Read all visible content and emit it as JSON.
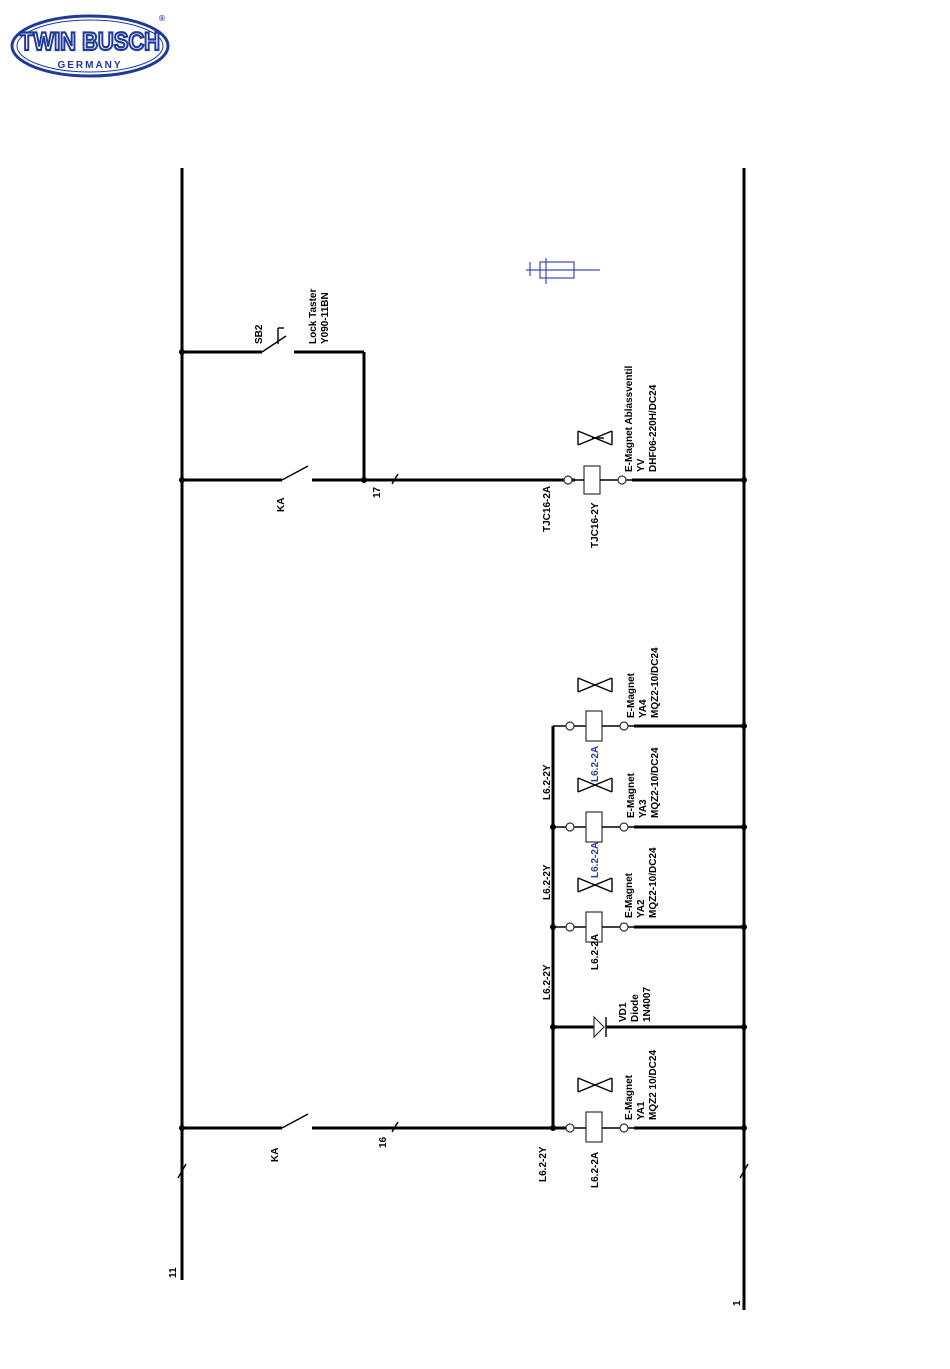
{
  "logo": {
    "brand": "TWIN BUSCH",
    "sub": "GERMANY",
    "reg": "®",
    "colors": {
      "blue": "#1f3a9a",
      "white": "#ffffff"
    }
  },
  "labels": {
    "sb2": "SB2",
    "lock_taster": "Lock Taster",
    "y090": "Y090-11BN",
    "ka_top": "KA",
    "n17": "17",
    "tjc16_2a": "TJC16-2A",
    "tjc16_2y": "TJC16-2Y",
    "yv_name": "E-Magnet Ablassventil",
    "yv": "YV",
    "yv_model": "DHF06-220H/DC24",
    "ya4_name": "E-Magnet",
    "ya4": "YA4",
    "ya4_model": "MQZ2-10/DC24",
    "ya3_name": "E-Magnet",
    "ya3": "YA3",
    "ya3_model": "MQZ2-10/DC24",
    "ya2_name": "E-Magnet",
    "ya2": "YA2",
    "ya2_model": "MQZ2-10/DC24",
    "ya1_name": "E-Magnet",
    "ya1": "YA1",
    "ya1_model": "MQZ2 10/DC24",
    "vd1": "VD1",
    "diode": "Diode",
    "diode_model": "1N4007",
    "l62y_1": "L6.2-2Y",
    "l62y_2": "L6.2-2Y",
    "l62y_3": "L6.2-2Y",
    "l62y_4": "L6.2-2Y",
    "l62a_ya2": "L6.2-2A",
    "l62a_ya1": "L6.2-2A",
    "l62a_b1": "L6.2-2A",
    "l62a_b2": "L6.2-2A",
    "ka_bottom": "KA",
    "n16": "16",
    "n11": "11",
    "n1": "1"
  }
}
